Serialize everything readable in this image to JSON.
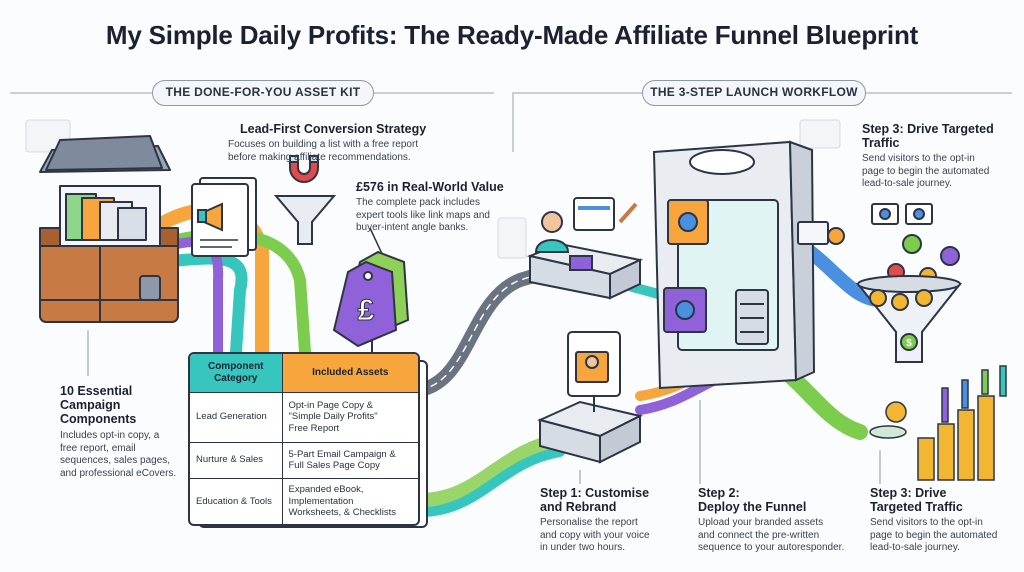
{
  "title": "My Simple Daily Profits: The Ready-Made Affiliate Funnel Blueprint",
  "sections": {
    "left": "THE DONE-FOR-YOU ASSET KIT",
    "right": "THE 3-STEP LAUNCH WORKFLOW"
  },
  "callouts": {
    "strategy": {
      "title": "Lead-First Conversion Strategy",
      "lines": [
        "Focuses on building a list with a free report",
        "before making affiliate recommendations."
      ]
    },
    "value": {
      "title": "£576 in Real-World Value",
      "lines": [
        "The complete pack includes",
        "expert tools like link maps and",
        "buyer-intent angle banks."
      ]
    },
    "components": {
      "title_lines": [
        "10 Essential",
        "Campaign",
        "Components"
      ],
      "lines": [
        "Includes opt-in copy, a",
        "free report, email",
        "sequences, sales pages,",
        "and professional eCovers."
      ]
    },
    "traffic_top": {
      "title_lines": [
        "Step 3: Drive Targeted",
        "Traffic"
      ],
      "lines": [
        "Send visitors to the opt-in",
        "page to begin the automated",
        "lead-to-sale journey."
      ]
    },
    "step1": {
      "title_lines": [
        "Step 1: Customise",
        "and Rebrand"
      ],
      "lines": [
        "Personalise the report",
        "and copy with your voice",
        "in under two hours."
      ]
    },
    "step2": {
      "title_lines": [
        "Step 2:",
        "Deploy the Funnel"
      ],
      "lines": [
        "Upload your branded assets",
        "and connect the pre-written",
        "sequence to your autoresponder."
      ]
    },
    "step3": {
      "title_lines": [
        "Step 3: Drive",
        "Targeted Traffic"
      ],
      "lines": [
        "Send visitors to the opt-in",
        "page to begin the automated",
        "lead-to-sale journey."
      ]
    }
  },
  "table": {
    "headers": [
      "Component Category",
      "Included Assets"
    ],
    "rows": [
      {
        "category": "Lead Generation",
        "assets": [
          "Opt-in Page Copy &",
          "\"Simple Daily Profits\"",
          "Free Report"
        ]
      },
      {
        "category": "Nurture & Sales",
        "assets": [
          "5-Part Email Campaign &",
          "Full Sales Page Copy"
        ]
      },
      {
        "category": "Education & Tools",
        "assets": [
          "Expanded eBook,",
          "Implementation",
          "Worksheets, & Checklists"
        ]
      }
    ]
  },
  "icons": {
    "price_tag_symbol": "£",
    "dollar_symbol": "$"
  },
  "colors": {
    "teal": "#37c6be",
    "orange": "#f6a63c",
    "purple": "#8f62d9",
    "green": "#7ccd4e",
    "blue": "#4a8fe0",
    "gold": "#f2b630",
    "outline": "#2d3545"
  }
}
